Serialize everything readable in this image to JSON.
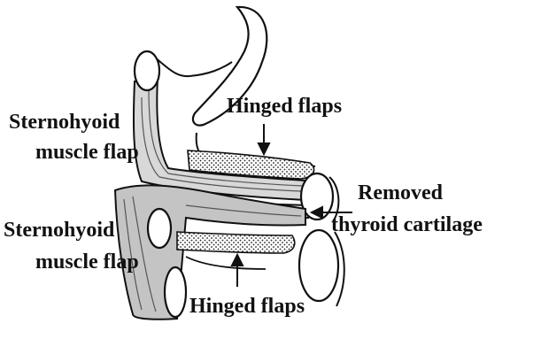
{
  "labels": {
    "left_upper_line1": "Sternohyoid",
    "left_upper_line2": "muscle flap",
    "left_lower_line1": "Sternohyoid",
    "left_lower_line2": "muscle flap",
    "hinged_top": "Hinged flaps",
    "hinged_bottom": "Hinged flaps",
    "removed_line1": "Removed",
    "removed_line2": "thyroid cartilage"
  },
  "colors": {
    "ink": "#111111",
    "muscle": "#9a9a9a",
    "paper": "#ffffff"
  }
}
